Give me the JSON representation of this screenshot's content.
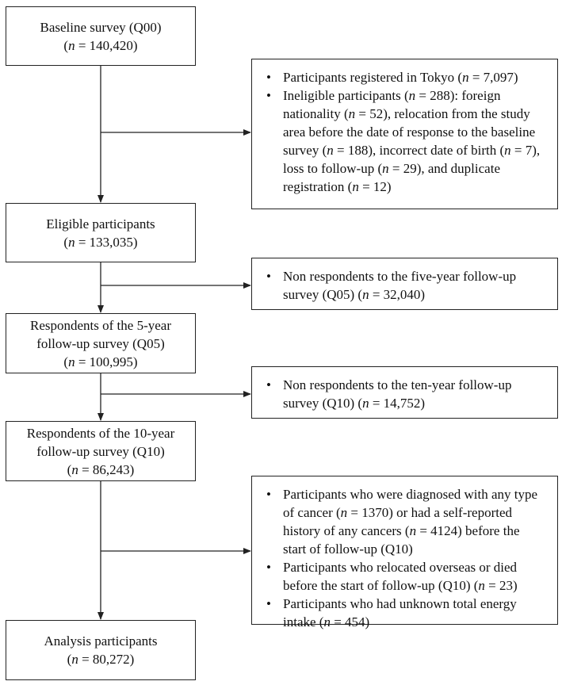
{
  "main_boxes": [
    {
      "line1": "Baseline survey (Q00)",
      "line2_prefix": "(",
      "line2_n": "n",
      "line2_rest": " = 140,420)"
    },
    {
      "line1": "Eligible participants",
      "line2_prefix": "(",
      "line2_n": "n",
      "line2_rest": " = 133,035)"
    },
    {
      "line1": "Respondents of the 5-year",
      "line1b": "follow-up survey (Q05)",
      "line2_prefix": "(",
      "line2_n": "n",
      "line2_rest": " = 100,995)"
    },
    {
      "line1": "Respondents of the 10-year",
      "line1b": "follow-up survey (Q10)",
      "line2_prefix": "(",
      "line2_n": "n",
      "line2_rest": " = 86,243)"
    },
    {
      "line1": "Analysis participants",
      "line2_prefix": "(",
      "line2_n": "n",
      "line2_rest": " = 80,272)"
    }
  ],
  "side_boxes": [
    {
      "items": [
        {
          "lines": [
            "Participants registered in Tokyo (<i>n</i> = 7,097)"
          ]
        },
        {
          "lines": [
            "Ineligible participants (<i>n</i> = 288): foreign",
            "nationality (<i>n</i> = 52), relocation from the study",
            "area before the date of response to the baseline",
            "survey (<i>n</i> = 188), incorrect date of birth (<i>n</i> = 7),",
            "loss to follow-up (<i>n</i> = 29), and duplicate",
            "registration (<i>n</i> = 12)"
          ]
        }
      ]
    },
    {
      "items": [
        {
          "lines": [
            "Non respondents to the five-year follow-up",
            "survey (Q05) (<i>n</i> = 32,040)"
          ]
        }
      ]
    },
    {
      "items": [
        {
          "lines": [
            "Non respondents to the ten-year follow-up",
            "survey (Q10) (<i>n</i> = 14,752)"
          ]
        }
      ]
    },
    {
      "items": [
        {
          "lines": [
            "Participants who were diagnosed with any type",
            "of cancer (<i>n</i> = 1370) or had a self-reported",
            "history of any cancers (<i>n</i> = 4124) before the",
            "start of follow-up (Q10)"
          ]
        },
        {
          "lines": [
            "Participants who relocated overseas or died",
            "before the start of follow-up (Q10) (<i>n</i> = 23)"
          ]
        },
        {
          "lines": [
            "Participants who had unknown total energy",
            "intake (<i>n</i> = 454)"
          ]
        }
      ]
    }
  ],
  "bullet_glyph": "•",
  "colors": {
    "stroke": "#222222",
    "text": "#111111",
    "background": "#ffffff"
  }
}
